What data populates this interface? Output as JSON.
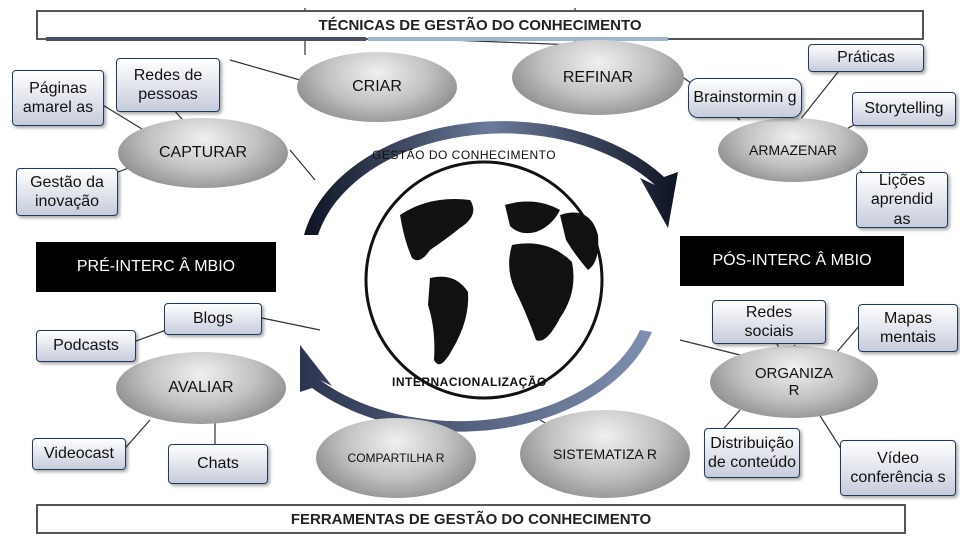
{
  "header": {
    "title": "TÉCNICAS DE GESTÃO DO CONHECIMENTO"
  },
  "footer": {
    "title": "FERRAMENTAS DE GESTÃO DO CONHECIMENTO"
  },
  "center": {
    "top_label": "GESTÃO DO CONHECIMENTO",
    "bottom_label": "INTERNACIONALIZAÇÃO"
  },
  "phases": {
    "criar": "CRIAR",
    "refinar": "REFINAR",
    "capturar": "CAPTURAR",
    "armazenar": "ARMAZENAR",
    "avaliar": "AVALIAR",
    "organizar": "ORGANIZA R",
    "compartilhar": "COMPARTILHA R",
    "sistematizar": "SISTEMATIZA R"
  },
  "bars": {
    "pre": "PRÉ-INTERC Â MBIO",
    "pos": "PÓS-INTERC Â MBIO"
  },
  "tools": {
    "paginas": "Páginas amarel as",
    "redes_pessoas": "Redes de pessoas",
    "gestao_inovacao": "Gestão da inovação",
    "praticas": "Práticas",
    "brainstorming": "Brainstormin g",
    "storytelling": "Storytelling",
    "licoes": "Lições aprendid as",
    "blogs": "Blogs",
    "podcasts": "Podcasts",
    "redes_sociais": "Redes sociais",
    "mapas_mentais": "Mapas mentais",
    "videocast": "Videocast",
    "chats": "Chats",
    "distribuicao": "Distribuição de conteúdo",
    "videoconferencia": "Vídeo conferência s"
  },
  "colors": {
    "ring": "#1c2438",
    "bar": "#000000",
    "box_border": "#1f3a5a"
  }
}
